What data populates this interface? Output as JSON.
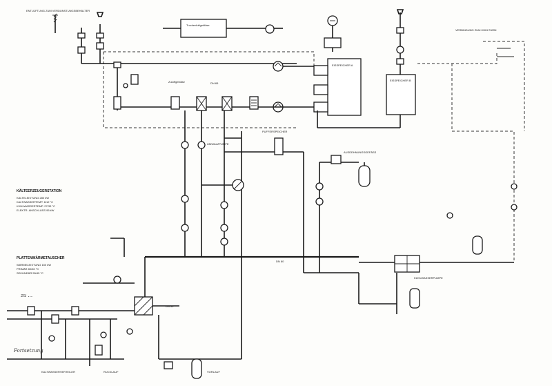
{
  "texts": {
    "vent_top": "ENTLÜFTUNG ZUM VERDUNSTUNGSBEHÄLTER",
    "fan_label": "Trockenluftgebläse",
    "blower_label": "Zuluftgebläse",
    "ch_a": "EISSPEICHER A",
    "ch_b": "EISSPEICHER B",
    "tank": "PUFFERSPEICHER",
    "panel_title": "KÄLTEERZEUGERSTATION",
    "panel_l1": "KÄLTELEISTUNG 280 kW",
    "panel_l2": "KALTWASSERTEMP. 6/12 °C",
    "panel_l3": "KÜHLWASSERTEMP. 27/33 °C",
    "panel_l4": "ELEKTR. ANSCHLUSS 95 kW",
    "panel2_title": "PLATTENWÄRMETAUSCHER",
    "panel2_l1": "WÄRMELEISTUNG 150 kW",
    "panel2_l2": "PRIMÄR 80/60 °C",
    "panel2_l3": "SEKUNDÄR 55/45 °C",
    "pump_a": "UMWÄLZPUMPE",
    "pump_b": "KÜHLWASSERPUMPE",
    "exp_vessel": "AUSDEHNUNGSGEFÄSS",
    "bottom_l1": "KALTWASSERVERTEILER",
    "bottom_l2": "RÜCKLAUF",
    "bottom_l3": "VORLAUF",
    "right_note": "VERBINDUNG ZUM KÜHLTURM",
    "dn1": "DN 65",
    "dn2": "DN 80",
    "dn3": "DN 50",
    "hand1": "zu ...",
    "hand2": "Fortsetzung"
  }
}
